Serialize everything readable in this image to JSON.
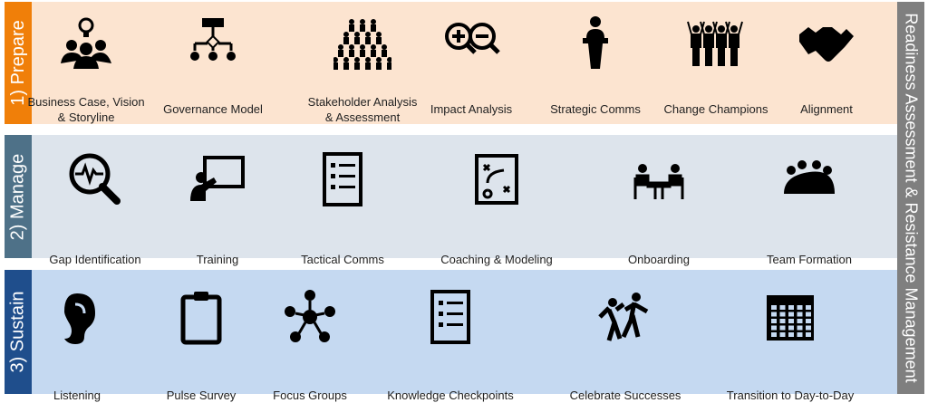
{
  "side_label": "Readiness Assessment & Resistance Management",
  "colors": {
    "prepare_tag": "#F07F09",
    "prepare_bg": "#FCE4D0",
    "manage_tag": "#4E7188",
    "manage_bg": "#DDE4EC",
    "sustain_tag": "#1F4E8C",
    "sustain_bg": "#C5D9F1",
    "side": "#7F7F7F"
  },
  "phases": [
    {
      "label": "1) Prepare",
      "items": [
        {
          "label": "Business Case, Vision & Storyline",
          "icon": "idea-team-icon"
        },
        {
          "label": "Governance Model",
          "icon": "org-chart-icon"
        },
        {
          "label": "Stakeholder Analysis & Assessment",
          "icon": "crowd-icon"
        },
        {
          "label": "Impact Analysis",
          "icon": "zoom-in-out-icon"
        },
        {
          "label": "Strategic Comms",
          "icon": "podium-icon"
        },
        {
          "label": "Change Champions",
          "icon": "cheering-people-icon"
        },
        {
          "label": "Alignment",
          "icon": "handshake-icon"
        }
      ]
    },
    {
      "label": "2) Manage",
      "items": [
        {
          "label": "Gap Identification",
          "icon": "magnifier-pulse-icon"
        },
        {
          "label": "Training",
          "icon": "presenter-board-icon"
        },
        {
          "label": "Tactical Comms",
          "icon": "checklist-icon"
        },
        {
          "label": "Coaching & Modeling",
          "icon": "strategy-board-icon"
        },
        {
          "label": "Onboarding",
          "icon": "meeting-table-icon"
        },
        {
          "label": "Team Formation",
          "icon": "team-table-icon"
        }
      ]
    },
    {
      "label": "3) Sustain",
      "items": [
        {
          "label": "Listening",
          "icon": "ear-icon"
        },
        {
          "label": "Pulse Survey",
          "icon": "clipboard-icon"
        },
        {
          "label": "Focus Groups",
          "icon": "network-icon"
        },
        {
          "label": "Knowledge Checkpoints",
          "icon": "checklist-icon"
        },
        {
          "label": "Celebrate Successes",
          "icon": "dancing-people-icon"
        },
        {
          "label": "Transition to Day-to-Day",
          "icon": "calendar-icon"
        }
      ]
    }
  ]
}
